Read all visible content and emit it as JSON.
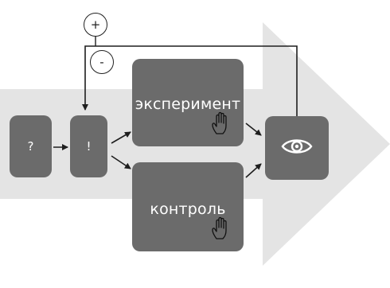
{
  "diagram": {
    "steps": [
      {
        "id": "question",
        "symbol": "?"
      },
      {
        "id": "statement",
        "symbol": "!"
      }
    ],
    "branches": [
      {
        "id": "experiment",
        "label": "эксперимент",
        "icon": "hand-icon"
      },
      {
        "id": "control",
        "label": "контроль",
        "icon": "hand-icon"
      }
    ],
    "observation": {
      "icon": "eye-icon"
    },
    "feedback": {
      "positive": "+",
      "negative": "-"
    }
  },
  "colors": {
    "box_fill": "#6b6b6b",
    "arrow_fill": "#e4e4e4",
    "line": "#1e1e1e",
    "text": "#ffffff"
  }
}
